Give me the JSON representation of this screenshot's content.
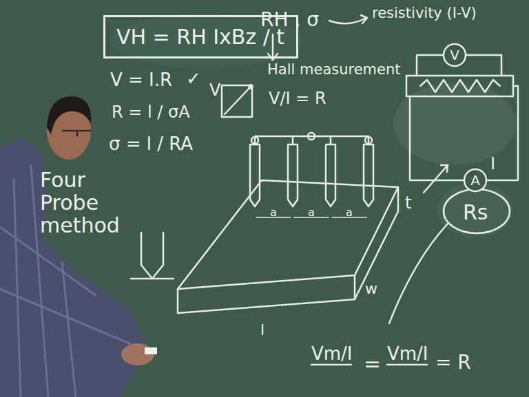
{
  "diagram": {
    "nodes": [
      {
        "text": [
          "VH = RH IxBz / t"
        ]
      },
      {
        "text": [
          "V"
        ]
      },
      {
        "text": [
          "A"
        ]
      }
    ],
    "labels": [
      "V = I.R",
      "✓",
      "RH , σ",
      "resistivity (I-V)",
      "Hall measurement",
      "R = l / σA",
      "σ = l / RA",
      "Four Probe method",
      "V",
      "V/I = R",
      "a",
      "a",
      "a",
      "t",
      "w",
      "l",
      "I",
      "Rs",
      "Vm/I",
      "=",
      "Vm/I",
      "= R"
    ]
  }
}
